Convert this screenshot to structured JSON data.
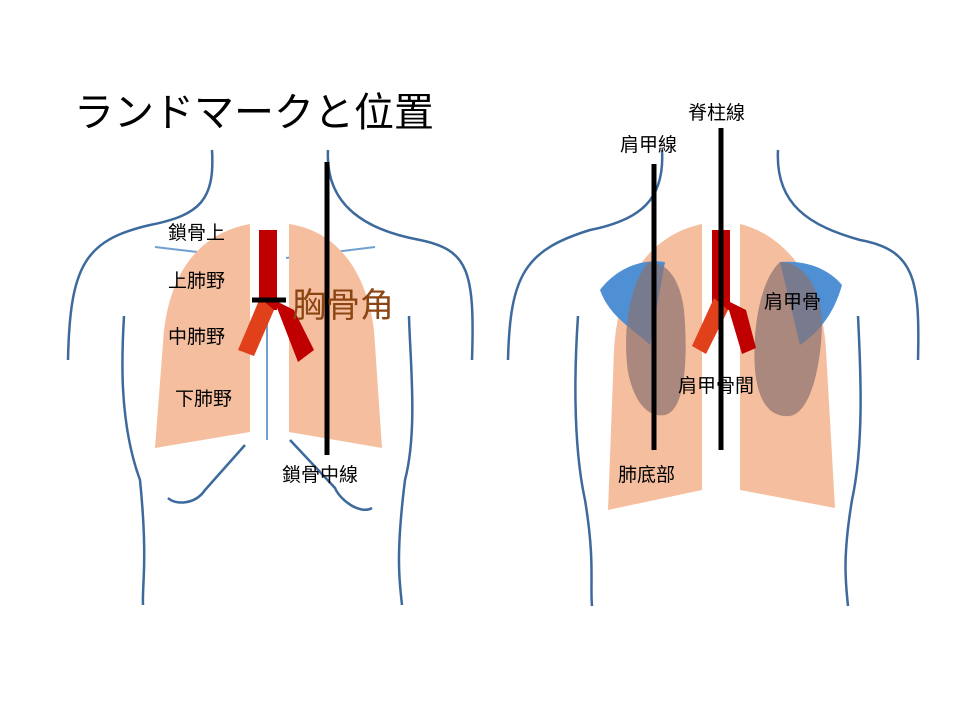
{
  "title": "ランドマークと位置",
  "front": {
    "supraclavicular": "鎖骨上",
    "upper_lung": "上肺野",
    "middle_lung": "中肺野",
    "lower_lung": "下肺野",
    "sternal_angle": "胸骨角",
    "midclavicular_line": "鎖骨中線"
  },
  "back": {
    "vertebral_line": "脊柱線",
    "scapular_line": "肩甲線",
    "scapula": "肩甲骨",
    "interscapular": "肩甲骨間",
    "lung_base": "肺底部"
  },
  "colors": {
    "body_outline": "#3d6a9c",
    "lung": "#f5bf9f",
    "trachea": "#c00000",
    "bronchus": "#e0401a",
    "scapula_blue": "#4f8fd4",
    "scapula_overlay": "#8a7070",
    "guide_line_blue": "#6fa0d0",
    "line": "#000000",
    "scapular_line": "#7a3d0c"
  }
}
